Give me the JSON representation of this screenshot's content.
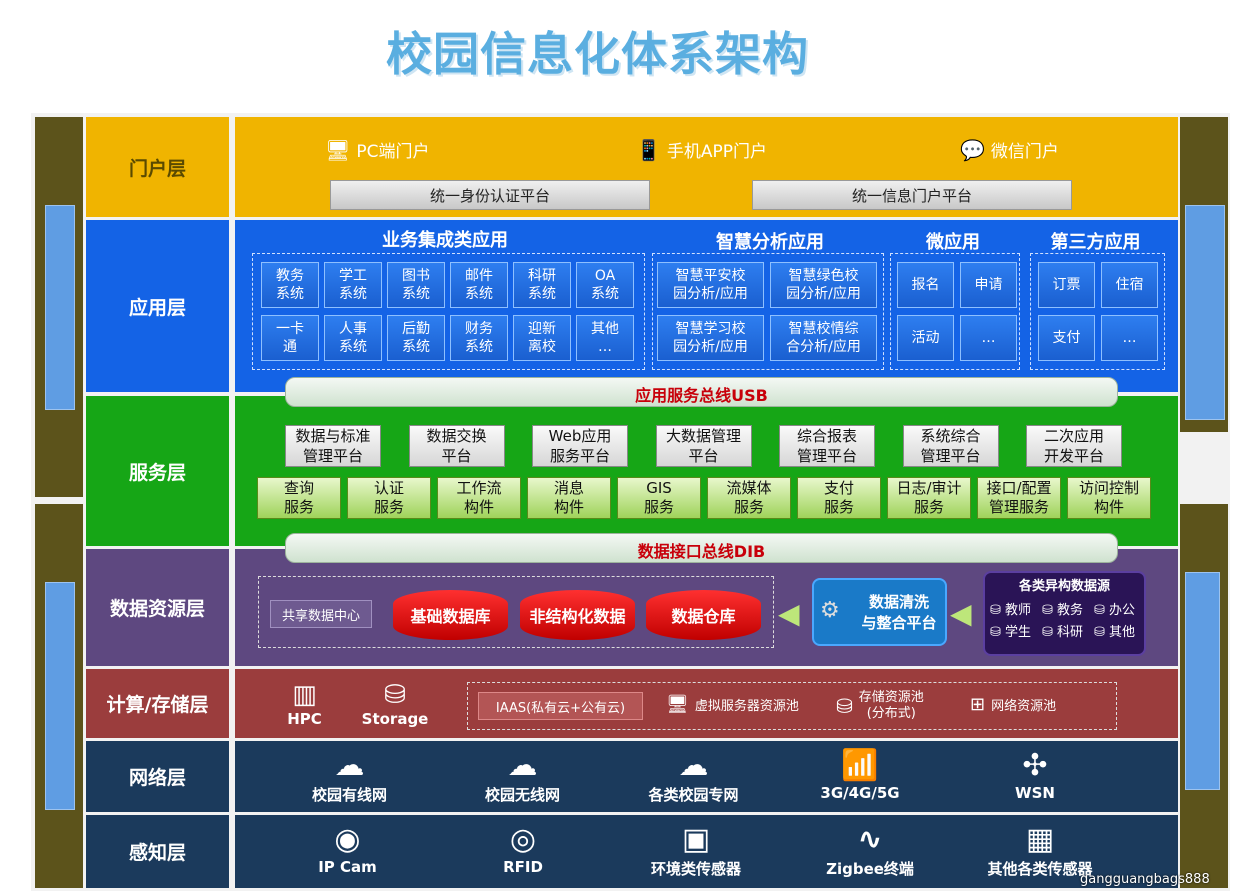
{
  "title": "校园信息化体系架构",
  "layers": {
    "portal": "门户层",
    "app": "应用层",
    "service": "服务层",
    "data": "数据资源层",
    "compute": "计算/存储层",
    "network": "网络层",
    "sense": "感知层"
  },
  "portal": {
    "pc": "PC端门户",
    "mobile": "手机APP门户",
    "wechat": "微信门户",
    "sso": "统一身份认证平台",
    "info": "统一信息门户平台"
  },
  "app": {
    "biz_title": "业务集成类应用",
    "biz": [
      "教务\n系统",
      "学工\n系统",
      "图书\n系统",
      "邮件\n系统",
      "科研\n系统",
      "OA\n系统",
      "一卡\n通",
      "人事\n系统",
      "后勤\n系统",
      "财务\n系统",
      "迎新\n离校",
      "其他\n…"
    ],
    "ana_title": "智慧分析应用",
    "ana": [
      "智慧平安校\n园分析/应用",
      "智慧绿色校\n园分析/应用",
      "智慧学习校\n园分析/应用",
      "智慧校情综\n合分析/应用"
    ],
    "micro_title": "微应用",
    "micro": [
      "报名",
      "申请",
      "活动",
      "…"
    ],
    "third_title": "第三方应用",
    "third": [
      "订票",
      "住宿",
      "支付",
      "…"
    ],
    "bus": "应用服务总线USB"
  },
  "service": {
    "top": [
      "数据与标准\n管理平台",
      "数据交换\n平台",
      "Web应用\n服务平台",
      "大数据管理\n平台",
      "综合报表\n管理平台",
      "系统综合\n管理平台",
      "二次应用\n开发平台"
    ],
    "bottom": [
      "查询\n服务",
      "认证\n服务",
      "工作流\n构件",
      "消息\n构件",
      "GIS\n服务",
      "流媒体\n服务",
      "支付\n服务",
      "日志/审计\n服务",
      "接口/配置\n管理服务",
      "访问控制\n构件"
    ],
    "bus": "数据接口总线DIB"
  },
  "data": {
    "center": "共享数据中心",
    "db1": "基础数据库",
    "db2": "非结构化数据",
    "db3": "数据仓库",
    "clean": "数据清洗\n与整合平台",
    "src_title": "各类异构数据源",
    "src": [
      "教师",
      "教务",
      "办公",
      "学生",
      "科研",
      "其他"
    ]
  },
  "compute": {
    "hpc": "HPC",
    "storage": "Storage",
    "iaas": "IAAS(私有云+公有云)",
    "vpool": "虚拟服务器资源池",
    "spool": "存储资源池\n(分布式)",
    "npool": "网络资源池"
  },
  "network": [
    "校园有线网",
    "校园无线网",
    "各类校园专网",
    "3G/4G/5G",
    "WSN"
  ],
  "sense": [
    "IP Cam",
    "RFID",
    "环境类传感器",
    "Zigbee终端",
    "其他各类传感器"
  ],
  "watermark": "gangguangbags888",
  "colors": {
    "portal": "#f0b400",
    "app": "#1463e6",
    "service": "#16a616",
    "data": "#5e4880",
    "compute": "#9b3d3d",
    "network": "#1b3a5c",
    "sense": "#1b3a5c"
  }
}
